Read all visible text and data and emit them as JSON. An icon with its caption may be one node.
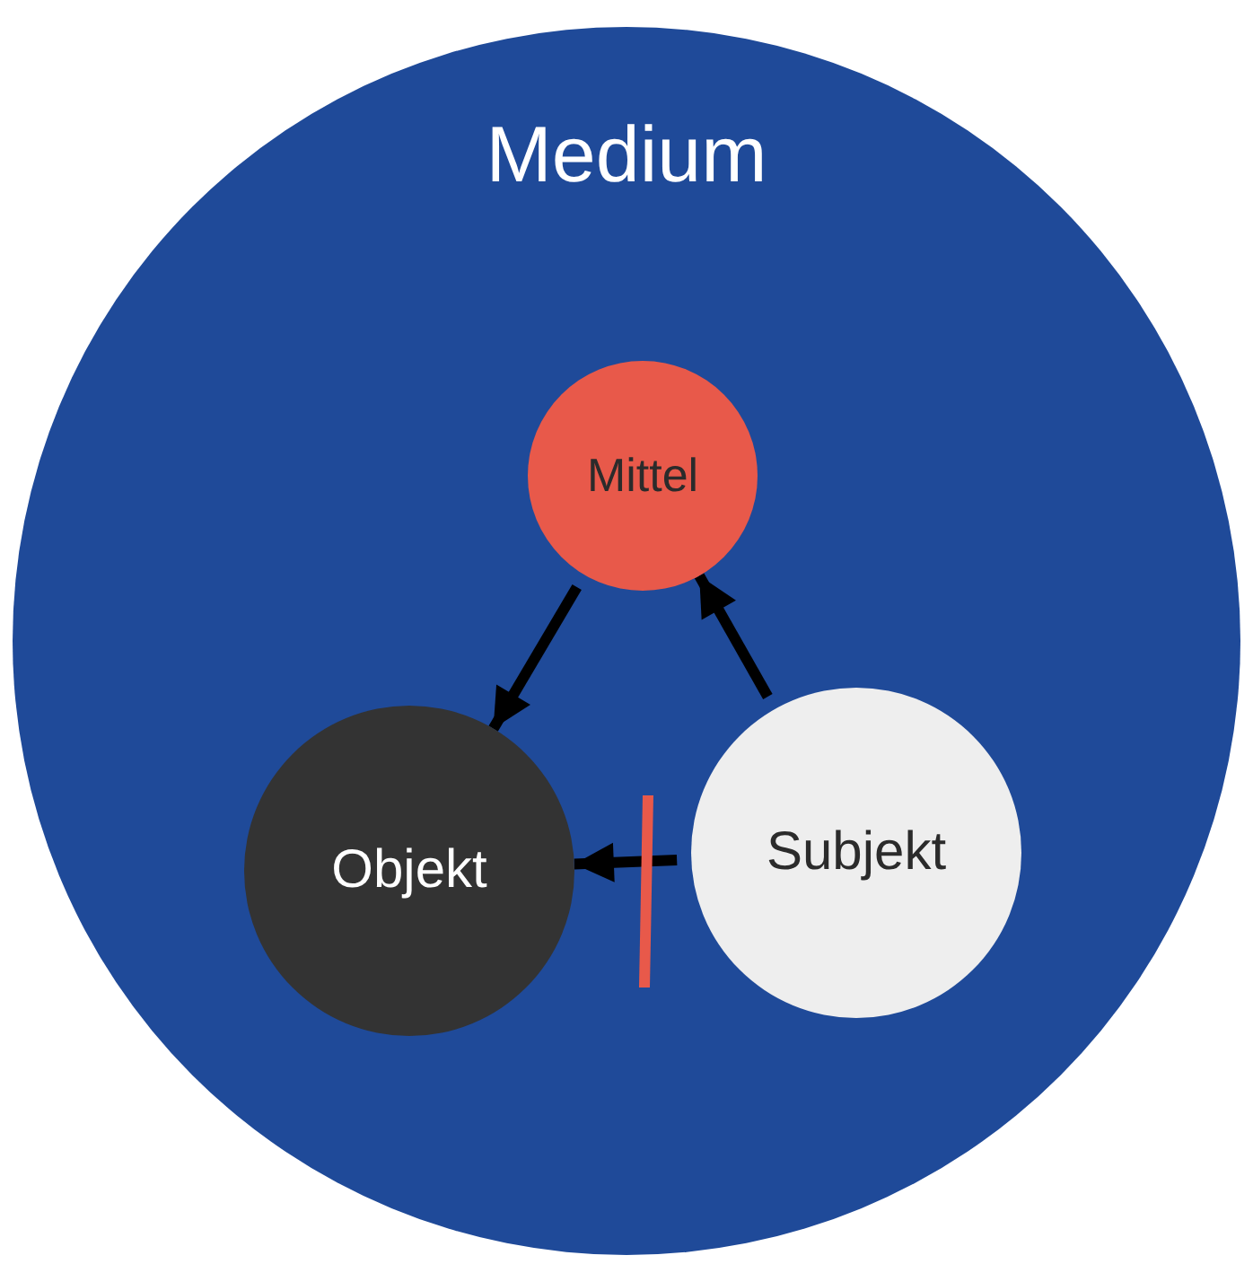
{
  "diagram": {
    "nodes": [
      {
        "text": [
          "Medium"
        ]
      },
      {
        "text": [
          "Mittel"
        ],
        "in": 0
      },
      {
        "text": [
          "Objekt"
        ],
        "in": 0
      },
      {
        "text": [
          "Subjekt"
        ],
        "in": 0
      }
    ],
    "edges": [
      {
        "from": 1,
        "to": 2,
        "arrow": "to"
      },
      {
        "from": 3,
        "to": 1,
        "arrow": "to"
      },
      {
        "from": 3,
        "to": 2,
        "arrow": "to"
      }
    ]
  }
}
